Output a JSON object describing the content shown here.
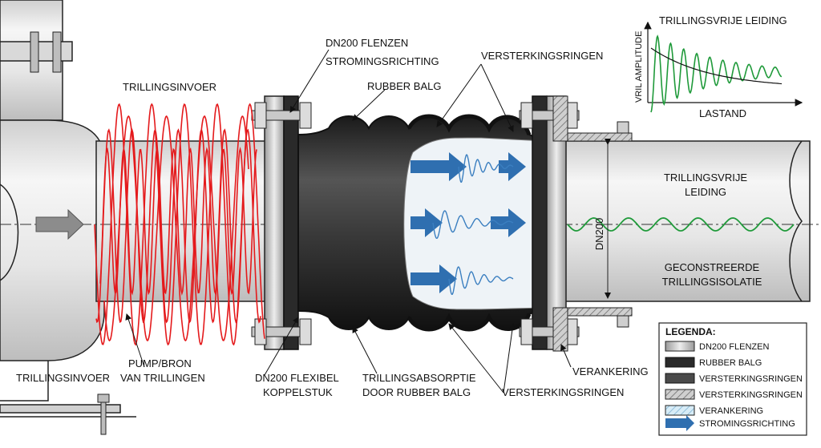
{
  "labels": {
    "trillingsinvoer_top": "TRILLINGSINVOER",
    "trillingsinvoer_bottom": "TRILLINGSINVOER",
    "pump_bron_1": "PUMP/BRON",
    "pump_bron_2": "VAN TRILLINGEN",
    "flenzen": "DN200 FLENZEN",
    "stromingsrichting": "STROMINGSRICHTING",
    "rubber_balg": "RUBBER BALG",
    "versterkingsringen_top": "VERSTERKINGSRINGEN",
    "versterkingsringen_bottom": "VERSTERKINGSRINGEN",
    "dn200_koppel_1": "DN200 FLEXIBEL",
    "dn200_koppel_2": "KOPPELSTUK",
    "absorptie_1": "TRILLINGSABSORPTIE",
    "absorptie_2": "DOOR RUBBER BALG",
    "verankering": "VERANKERING",
    "trillingsvrije_1": "TRILLINGSVRIJE",
    "trillingsvrije_2": "LEIDING",
    "geconstreerde_1": "GECONSTREERDE",
    "geconstreerde_2": "TRILLINGSISOLATIE",
    "dn200_dim": "DN200"
  },
  "inset": {
    "title": "TRILLINGSVRIJE LEIDING",
    "ylabel": "VRIL AMPLITUDE",
    "xlabel": "LASTAND"
  },
  "legend": {
    "title": "LEGENDA:",
    "items": [
      {
        "label": "DN200 FLENZEN"
      },
      {
        "label": "RUBBER BALG"
      },
      {
        "label": "VERSTERKINGSRINGEN"
      },
      {
        "label": "VERSTERKINGSRINGEN"
      },
      {
        "label": "VERANKERING"
      },
      {
        "label": "STROMINGSRICHTING"
      }
    ]
  },
  "colors": {
    "vibration": "#e41a1c",
    "damped": "#1f9a3a",
    "flow_arrow": "#2f6fb0",
    "rubber": "#2b2b2b",
    "pipe": "#e6e6e6",
    "outline": "#222222"
  }
}
